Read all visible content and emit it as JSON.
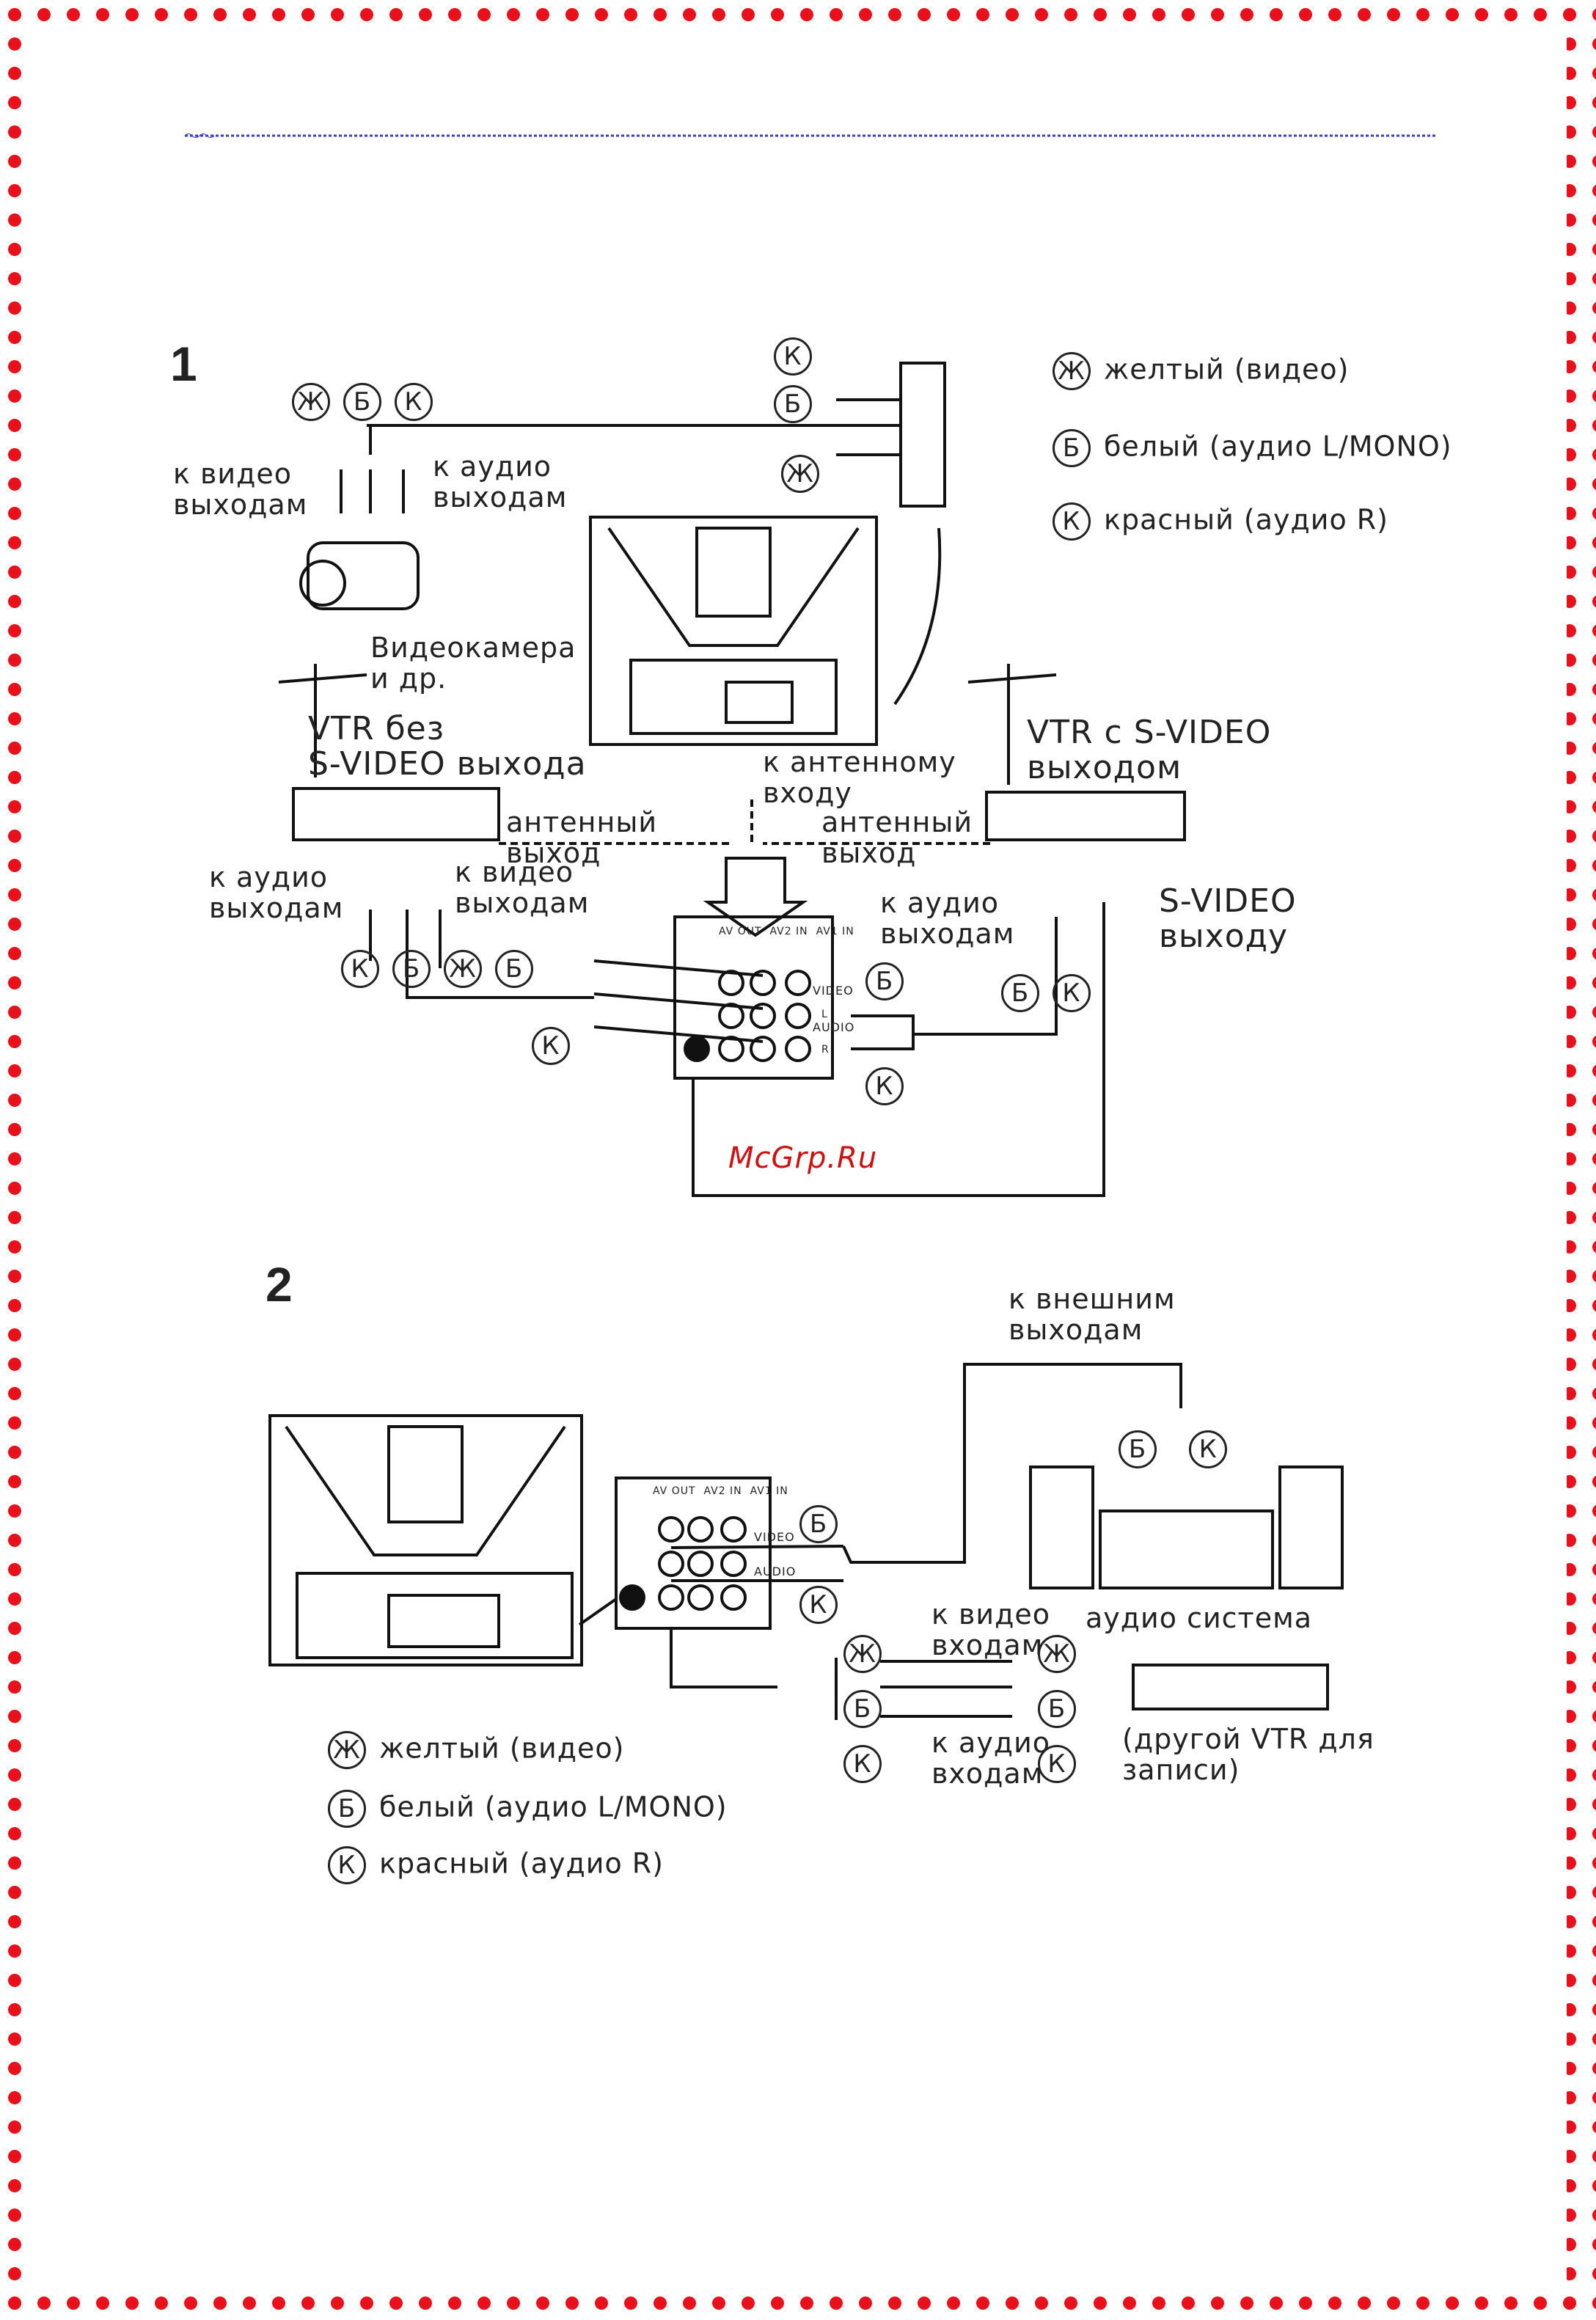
{
  "section1": {
    "number": "1",
    "legend": [
      {
        "mark": "Ж",
        "text": "желтый (видео)"
      },
      {
        "mark": "Б",
        "text": "белый (аудио L/MONO)"
      },
      {
        "mark": "К",
        "text": "красный (аудио R)"
      }
    ],
    "labels": {
      "cam_video": "к видео\nвыходам",
      "cam_audio": "к аудио\nвыходам",
      "camcorder": "Видеокамера\nи др.",
      "vtr_no_svideo": "VTR без\nS-VIDEO выхода",
      "antenna_in": "к антенному\nвходу",
      "vtr_svideo": "VTR с S-VIDEO\nвыходом",
      "ant_out_left": "антенный\nвыход",
      "ant_out_right": "антенный\nвыход",
      "vtr1_audio": "к аудио\nвыходам",
      "vtr1_video": "к видео\nвыходам",
      "vtr2_audio": "к аудио\nвыходам",
      "svideo_out": "S-VIDEO\nвыходу"
    },
    "marks": {
      "zh": "Ж",
      "b": "Б",
      "k": "К"
    },
    "panel": {
      "cols": [
        "AV OUT",
        "AV2 IN",
        "AV1 IN"
      ],
      "video": "VIDEO",
      "audio": "AUDIO",
      "l": "L",
      "r": "R"
    }
  },
  "watermark": "McGrp.Ru",
  "section2": {
    "number": "2",
    "labels": {
      "ext_out": "к внешним\nвыходам",
      "audio_system": "аудио система",
      "video_in": "к видео\nвходам",
      "audio_in": "к аудио\nвходам",
      "other_vtr": "(другой VTR для\nзаписи)"
    },
    "legend": [
      {
        "mark": "Ж",
        "text": "желтый (видео)"
      },
      {
        "mark": "Б",
        "text": "белый (аудио L/MONO)"
      },
      {
        "mark": "К",
        "text": "красный (аудио R)"
      }
    ],
    "panel": {
      "cols": [
        "AV OUT",
        "AV2 IN",
        "AV1 IN"
      ],
      "video": "VIDEO",
      "audio": "AUDIO"
    }
  },
  "colors": {
    "border_dots": "#e8101a",
    "wave": "#3a3ad0",
    "watermark": "#d01010"
  }
}
